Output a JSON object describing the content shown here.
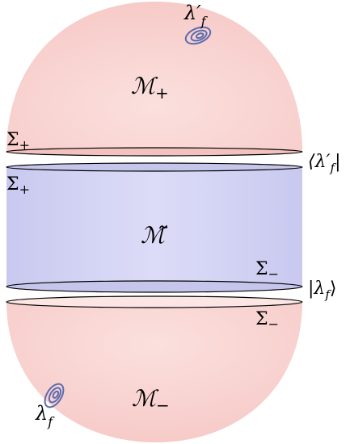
{
  "regions": {
    "upper": {
      "label": "ℳ",
      "subscript": "+"
    },
    "middle": {
      "label": "ℳ̃"
    },
    "lower": {
      "label": "ℳ",
      "subscript": "−"
    }
  },
  "boundaries": {
    "upper_outer": {
      "label": "Σ",
      "subscript": "+"
    },
    "upper_inner": {
      "label": "Σ",
      "subscript": "+"
    },
    "lower_inner": {
      "label": "Σ",
      "subscript": "−"
    },
    "lower_outer": {
      "label": "Σ",
      "subscript": "−"
    }
  },
  "states": {
    "bra": "⟨λ′",
    "bra_sub": "f",
    "bra_close": "|",
    "ket_open": "|λ",
    "ket_sub": "f",
    "ket_close": "⟩"
  },
  "operators": {
    "top": {
      "label": "λ′",
      "subscript": "f"
    },
    "bottom": {
      "label": "λ",
      "subscript": "f"
    }
  },
  "colors": {
    "upper_fill": "#f9d2d0",
    "lower_fill": "#f9d2d0",
    "middle_fill": "#d6d6f6",
    "middle_edge": "#c4c4ee",
    "spiral": "#5a6bb0"
  }
}
